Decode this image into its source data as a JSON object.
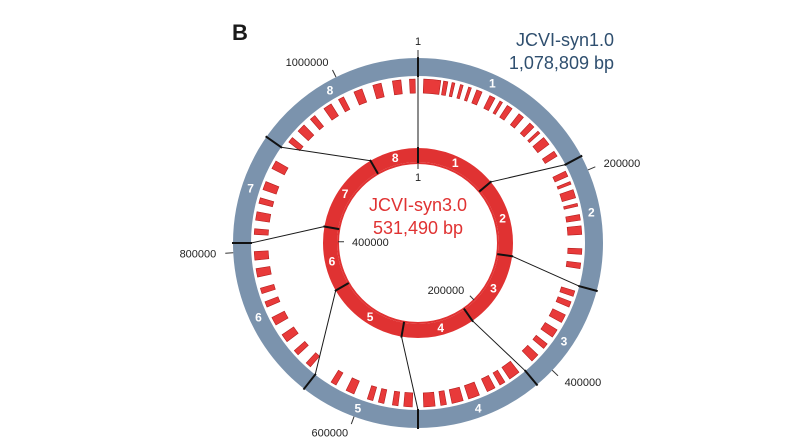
{
  "panel_label": "B",
  "outer_genome": {
    "name": "JCVI-syn1.0",
    "size": "1,078,809 bp",
    "total_bp": 1078809,
    "ring_color": "#7b93ad",
    "segments": [
      "1",
      "2",
      "3",
      "4",
      "5",
      "6",
      "7",
      "8"
    ],
    "position_labels": [
      {
        "text": "1",
        "bp": 1
      },
      {
        "text": "200000",
        "bp": 200000
      },
      {
        "text": "400000",
        "bp": 400000
      },
      {
        "text": "600000",
        "bp": 600000
      },
      {
        "text": "800000",
        "bp": 800000
      },
      {
        "text": "1000000",
        "bp": 1000000
      }
    ]
  },
  "inner_genome": {
    "name": "JCVI-syn3.0",
    "size": "531,490 bp",
    "total_bp": 531490,
    "ring_color": "#e03232",
    "segments": [
      "1",
      "2",
      "3",
      "4",
      "5",
      "6",
      "7",
      "8"
    ],
    "position_labels": [
      {
        "text": "1",
        "bp": 1
      },
      {
        "text": "200000",
        "bp": 200000
      },
      {
        "text": "400000",
        "bp": 400000
      }
    ]
  },
  "colors": {
    "gene_fill": "#e83a3a",
    "gene_stroke": "#b51e1e",
    "connector": "#1a1a1a",
    "boundary": "#111111"
  }
}
